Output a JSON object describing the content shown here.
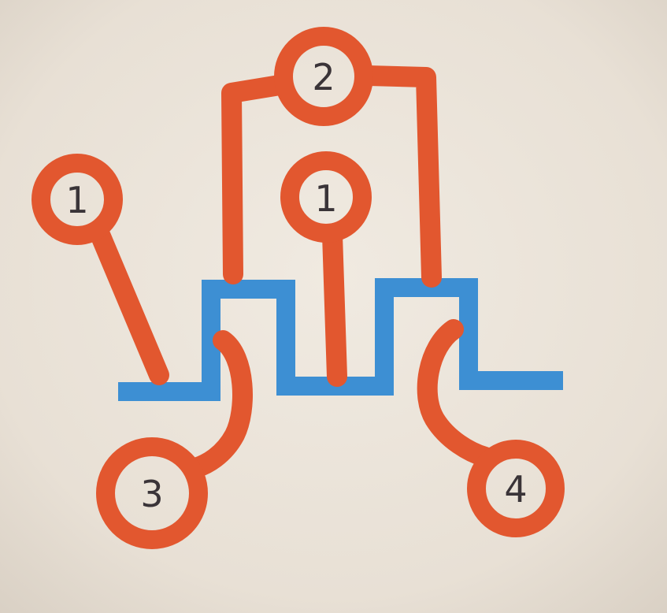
{
  "colors": {
    "paper": "#ebe4da",
    "blue": "#3d8fd3",
    "red": "#e2572f",
    "ink": "#3a3438"
  },
  "nodes": [
    {
      "id": "node-left",
      "label": "1"
    },
    {
      "id": "node-top",
      "label": "2"
    },
    {
      "id": "node-center",
      "label": "1"
    },
    {
      "id": "node-bottom-left",
      "label": "3"
    },
    {
      "id": "node-bottom-right",
      "label": "4"
    }
  ]
}
